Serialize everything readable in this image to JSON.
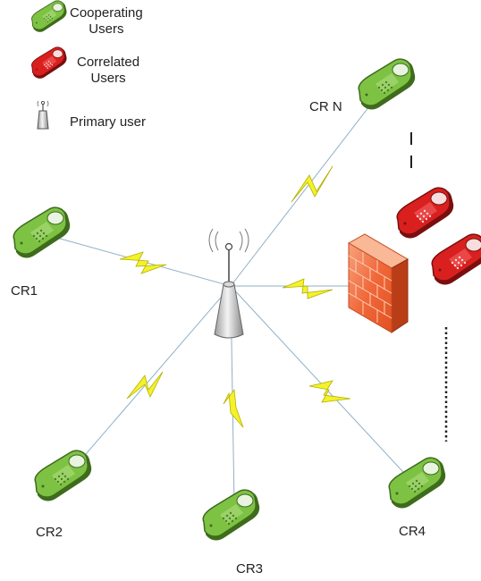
{
  "legend": {
    "cooperating": "Cooperating\nUsers",
    "correlated": "Correlated\nUsers",
    "primary": "Primary user"
  },
  "nodes": {
    "crn": "CR N",
    "cr1": "CR1",
    "cr2": "CR2",
    "cr3": "CR3",
    "cr4": "CR4"
  },
  "colors": {
    "green_phone": "#7ec244",
    "green_dark": "#3e6b1c",
    "red_phone": "#d9201f",
    "red_dark": "#7a0f0f",
    "lightning": "#f4f22a",
    "lightning_edge": "#b3b000",
    "wall": "#f26b3a"
  },
  "icons": [
    "phone-icon",
    "tower-icon",
    "firewall-icon",
    "lightning-icon"
  ]
}
